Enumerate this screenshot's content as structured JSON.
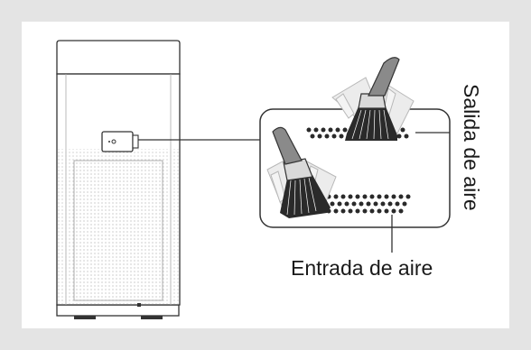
{
  "labels": {
    "outlet": "Salida de aire",
    "inlet": "Entrada de aire"
  },
  "colors": {
    "background_border": "#e4e4e4",
    "line": "#333333",
    "brush_body": "#8a8a8a",
    "brush_bristles": "#2a2a2a",
    "motion_ghost": "#bdbdbd"
  },
  "icons": [
    "air-purifier",
    "sensor-module",
    "cleaning-brush",
    "vent-holes"
  ]
}
